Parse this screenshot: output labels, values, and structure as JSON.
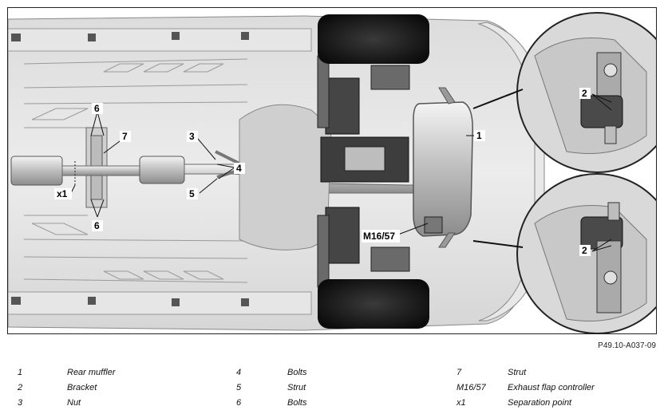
{
  "figure_ref": "P49.10-A037-09",
  "callouts": {
    "c1": "1",
    "c2a": "2",
    "c2b": "2",
    "c3": "3",
    "c4": "4",
    "c5": "5",
    "c6a": "6",
    "c6b": "6",
    "c7": "7",
    "m1657": "M16/57",
    "x1": "x1"
  },
  "legend": [
    {
      "num": "1",
      "label": "Rear muffler"
    },
    {
      "num": "2",
      "label": "Bracket"
    },
    {
      "num": "3",
      "label": "Nut"
    },
    {
      "num": "4",
      "label": "Bolts"
    },
    {
      "num": "5",
      "label": "Strut"
    },
    {
      "num": "6",
      "label": "Bolts"
    },
    {
      "num": "7",
      "label": "Strut"
    },
    {
      "num": "M16/57",
      "label": "Exhaust flap controller"
    },
    {
      "num": "x1",
      "label": "Separation point"
    }
  ]
}
